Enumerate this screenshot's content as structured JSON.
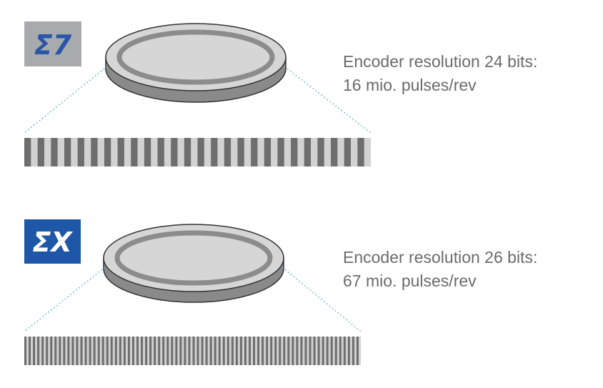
{
  "encoders": [
    {
      "logo": {
        "text": "Σ7",
        "bg_color": "#a8abae",
        "fg_color": "#2a55a8"
      },
      "resolution_line": "Encoder resolution 24 bits:",
      "pulses_line": "16 mio. pulses/rev",
      "stripe_count": 26
    },
    {
      "logo": {
        "text": "ΣX",
        "bg_color": "#1e56a8",
        "fg_color": "#ffffff"
      },
      "resolution_line": "Encoder resolution 26 bits:",
      "pulses_line": "67 mio. pulses/rev",
      "stripe_count": 78
    }
  ],
  "colors": {
    "disk_top": "#d6d6d6",
    "disk_ring": "#8c8c8c",
    "disk_side": "#8a8a8a",
    "stripe_dark": "#6e6e6e",
    "stripe_light": "#d2d2d2",
    "guide_line": "#5fb8c4",
    "text": "#6b6b6b"
  }
}
